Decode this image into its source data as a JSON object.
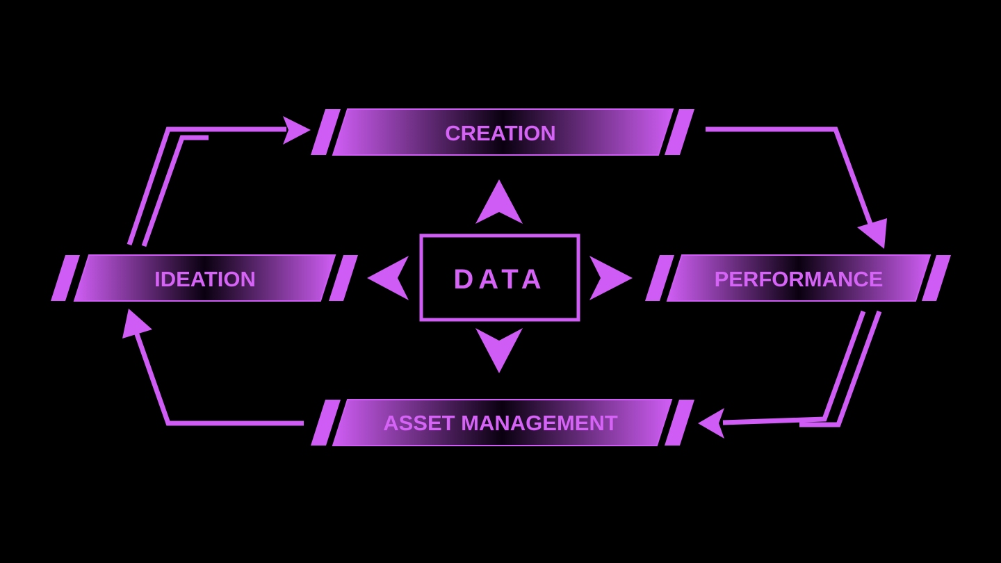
{
  "colors": {
    "accent": "#cf5cf4",
    "background": "#000000"
  },
  "center": {
    "label": "DATA"
  },
  "stages": {
    "creation": "CREATION",
    "ideation": "IDEATION",
    "performance": "PERFORMANCE",
    "asset_management": "ASSET MANAGEMENT"
  }
}
